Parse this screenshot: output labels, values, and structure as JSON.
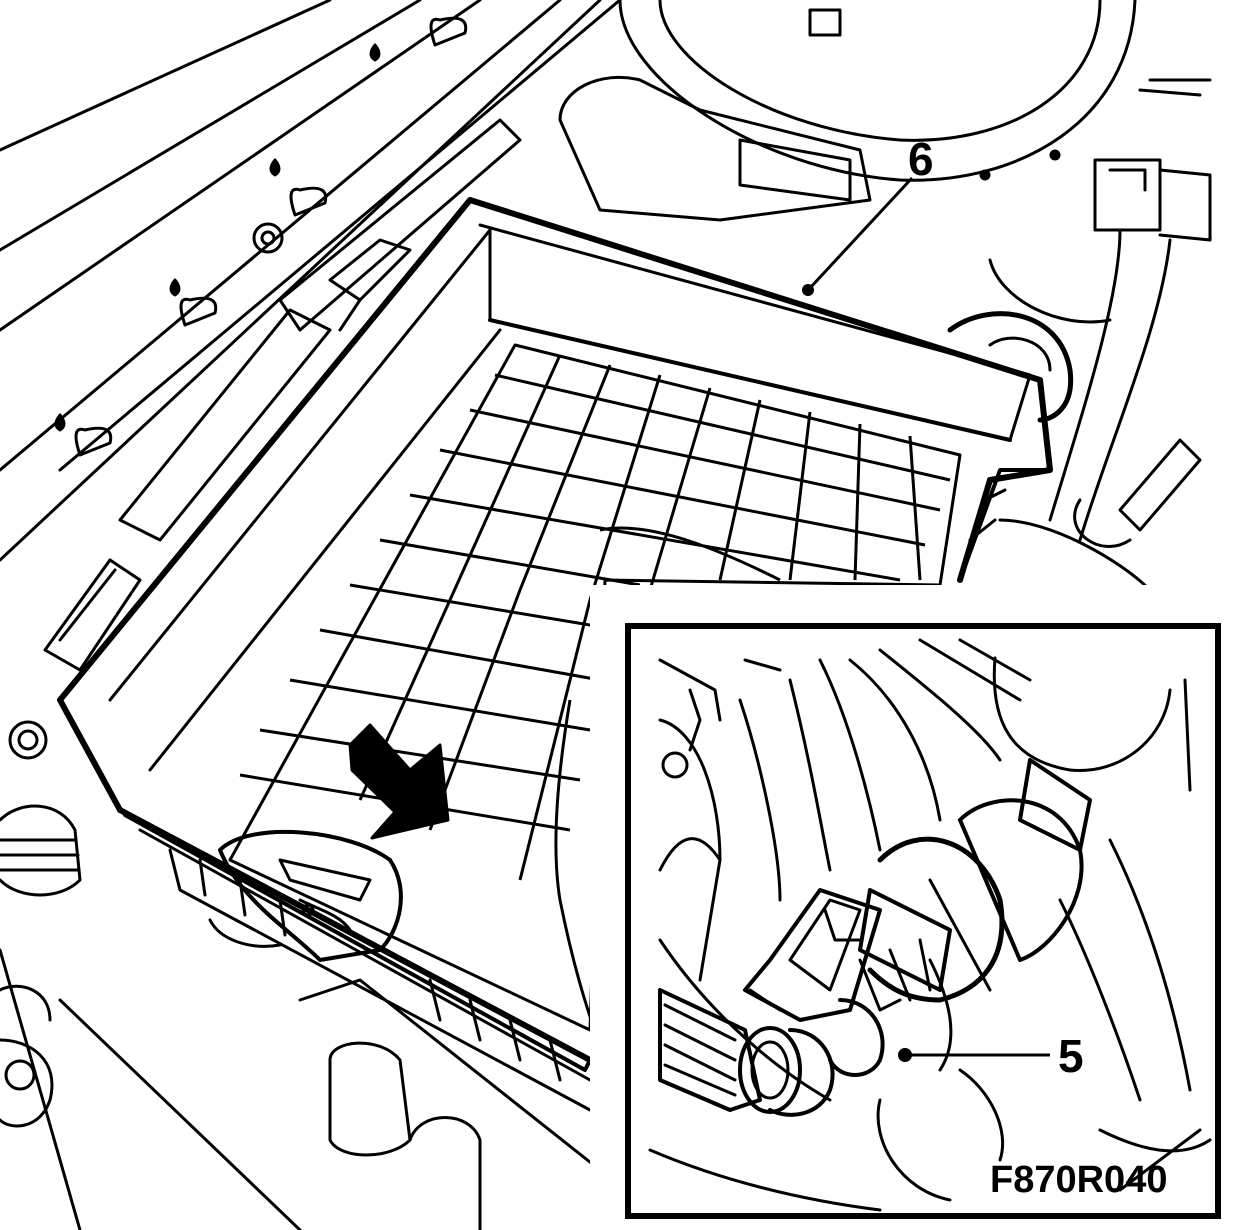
{
  "figure": {
    "callouts": [
      {
        "id": "callout-6",
        "text": "6"
      },
      {
        "id": "callout-5",
        "text": "5"
      }
    ],
    "figure_code": "F870R040",
    "colors": {
      "ink": "#000000",
      "paper": "#ffffff"
    }
  }
}
